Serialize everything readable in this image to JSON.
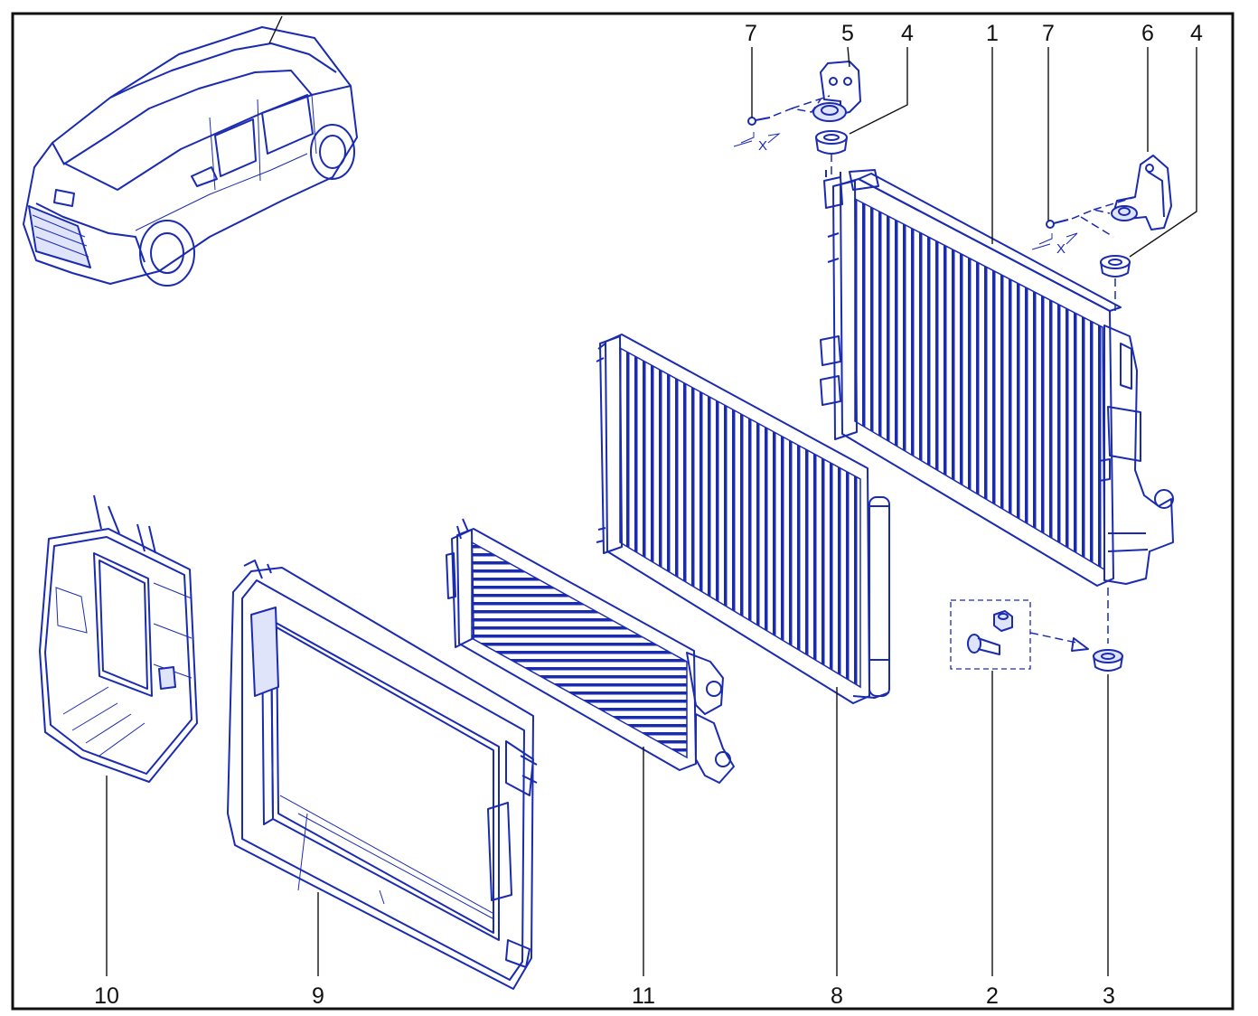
{
  "colors": {
    "line": "#1a2bb0",
    "fill": "#dfe4fb",
    "label": "#111111",
    "frame": "#111111"
  },
  "icons": {
    "vehicle": "car-silhouette-icon",
    "radiator": "radiator-icon",
    "condenser": "condenser-icon",
    "intercooler": "intercooler-icon",
    "fan_shroud": "frame-icon",
    "air_duct": "duct-icon",
    "bracket": "bracket-icon",
    "grommet": "grommet-icon",
    "screw": "screw-icon",
    "fastener": "bolt-nut-icon"
  },
  "callouts": {
    "c1": "1",
    "c2": "2",
    "c3": "3",
    "c4a": "4",
    "c4b": "4",
    "c5": "5",
    "c6": "6",
    "c7a": "7",
    "c7b": "7",
    "c8": "8",
    "c9": "9",
    "c10": "10",
    "c11": "11"
  },
  "dimension_marks": {
    "xa": "X",
    "xb": "X"
  }
}
